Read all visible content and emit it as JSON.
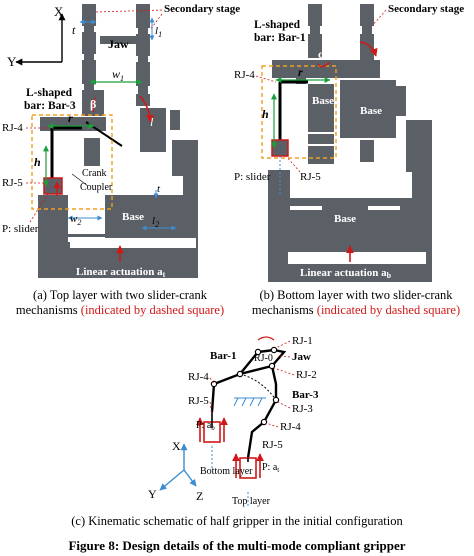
{
  "figure": {
    "title": "Figure 8: Design details of the multi-mode compliant gripper"
  },
  "panel_a": {
    "caption_line1": "(a) Top layer with two slider-crank",
    "caption_line2": "mechanisms",
    "caption_red": "(indicated by dashed square)",
    "axis_x": "X",
    "axis_y": "Y",
    "secondary_stage": "Secondary stage",
    "jaw": "Jaw",
    "l_shaped": "L-shaped",
    "bar3": "bar: Bar-3",
    "rj4": "RJ-4",
    "rj5": "RJ-5",
    "crank": "Crank",
    "coupler": "Coupler",
    "slider": "P: slider",
    "base": "Base",
    "actuation": "Linear actuation a",
    "actuation_sub": "t",
    "t": "t",
    "l1": "l",
    "l1_sub": "1",
    "w1": "w",
    "w1_sub": "1",
    "beta": "β",
    "l": "l",
    "r": "r",
    "h": "h",
    "w2": "w",
    "w2_sub": "2",
    "l2": "l",
    "l2_sub": "2"
  },
  "panel_b": {
    "caption_line1": "(b) Bottom layer with two slider-crank",
    "caption_line2": "mechanisms",
    "caption_red": "(indicated by dashed square)",
    "secondary_stage": "Secondary stage",
    "l_shaped": "L-shaped",
    "bar1": "bar: Bar-1",
    "rj4": "RJ-4",
    "rj5": "RJ-5",
    "slider": "P: slider",
    "base": "Base",
    "actuation": "Linear actuation a",
    "actuation_sub": "b",
    "alpha": "α",
    "r": "r",
    "h": "h"
  },
  "panel_c": {
    "caption": "(c) Kinematic schematic of half gripper in the initial configuration",
    "rj1": "RJ-1",
    "rj0": "RJ-0",
    "jaw": "Jaw",
    "bar1": "Bar-1",
    "rj2": "RJ-2",
    "rj4_left": "RJ-4",
    "bar3": "Bar-3",
    "rj3": "RJ-3",
    "rj5_left": "RJ-5",
    "rj4_right": "RJ-4",
    "rj5_right": "RJ-5",
    "p_ab": "P: a",
    "p_ab_sub": "b",
    "p_at": "P: a",
    "p_at_sub": "t",
    "bottom_layer": "Bottom layer",
    "top_layer": "Top layer",
    "axis_x": "X",
    "axis_y": "Y",
    "axis_z": "Z"
  },
  "colors": {
    "gray": "#5b5f66",
    "red": "#d01818",
    "green": "#1aa03a",
    "blue": "#3c8cd2",
    "dash_orange": "#f0a020"
  }
}
